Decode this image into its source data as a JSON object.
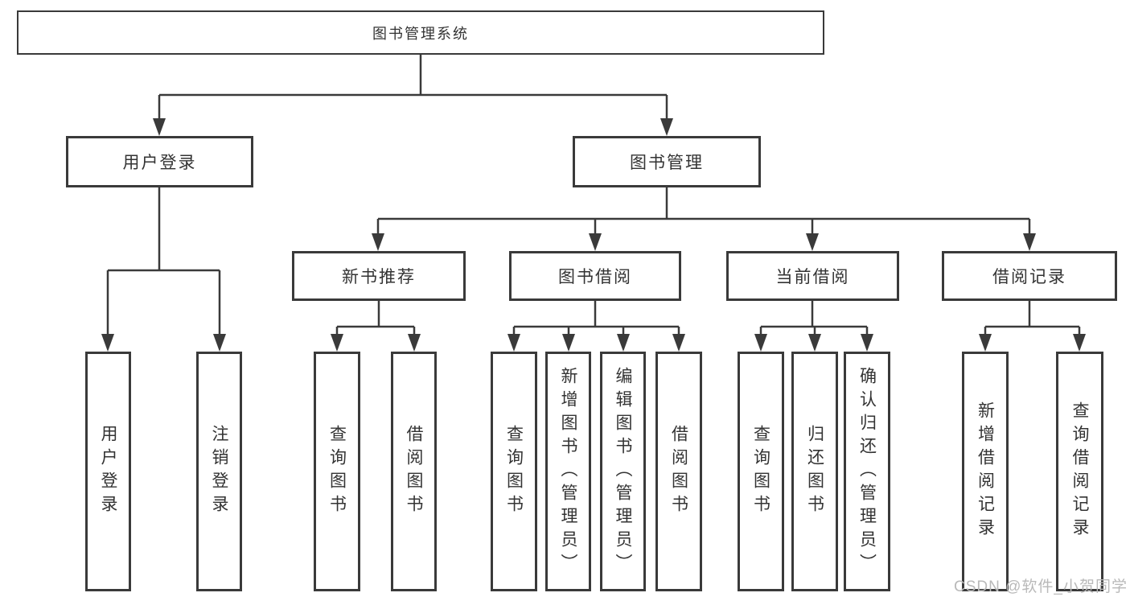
{
  "palette": {
    "line": "#3a3a3a",
    "node_border": "#3a3a3a",
    "node_fill": "#ffffff",
    "text": "#333333",
    "watermark": "#b9b9b9"
  },
  "diagram": {
    "type": "tree",
    "nodes": {
      "root": {
        "label": "图书管理系统"
      },
      "user_login": {
        "label": "用户登录"
      },
      "book_mgmt": {
        "label": "图书管理"
      },
      "new_book_rec": {
        "label": "新书推荐"
      },
      "book_borrow": {
        "label": "图书借阅"
      },
      "current_borrow": {
        "label": "当前借阅"
      },
      "borrow_record": {
        "label": "借阅记录"
      },
      "ul_login": {
        "label": "用户登录"
      },
      "ul_logout": {
        "label": "注销登录"
      },
      "nb_query": {
        "label": "查询图书"
      },
      "nb_borrow": {
        "label": "借阅图书"
      },
      "bb_query": {
        "label": "查询图书"
      },
      "bb_add": {
        "label": "新增图书（管理员）"
      },
      "bb_edit": {
        "label": "编辑图书（管理员）"
      },
      "bb_borrow": {
        "label": "借阅图书"
      },
      "cb_query": {
        "label": "查询图书"
      },
      "cb_return": {
        "label": "归还图书"
      },
      "cb_confirm": {
        "label": "确认归还（管理员）"
      },
      "br_add": {
        "label": "新增借阅记录"
      },
      "br_query": {
        "label": "查询借阅记录"
      }
    },
    "edges": [
      [
        "root",
        "user_login"
      ],
      [
        "root",
        "book_mgmt"
      ],
      [
        "user_login",
        "ul_login"
      ],
      [
        "user_login",
        "ul_logout"
      ],
      [
        "book_mgmt",
        "new_book_rec"
      ],
      [
        "book_mgmt",
        "book_borrow"
      ],
      [
        "book_mgmt",
        "current_borrow"
      ],
      [
        "book_mgmt",
        "borrow_record"
      ],
      [
        "new_book_rec",
        "nb_query"
      ],
      [
        "new_book_rec",
        "nb_borrow"
      ],
      [
        "book_borrow",
        "bb_query"
      ],
      [
        "book_borrow",
        "bb_add"
      ],
      [
        "book_borrow",
        "bb_edit"
      ],
      [
        "book_borrow",
        "bb_borrow"
      ],
      [
        "current_borrow",
        "cb_query"
      ],
      [
        "current_borrow",
        "cb_return"
      ],
      [
        "current_borrow",
        "cb_confirm"
      ],
      [
        "borrow_record",
        "br_add"
      ],
      [
        "borrow_record",
        "br_query"
      ]
    ]
  },
  "watermark": {
    "text": "CSDN @软件_小贺同学"
  }
}
